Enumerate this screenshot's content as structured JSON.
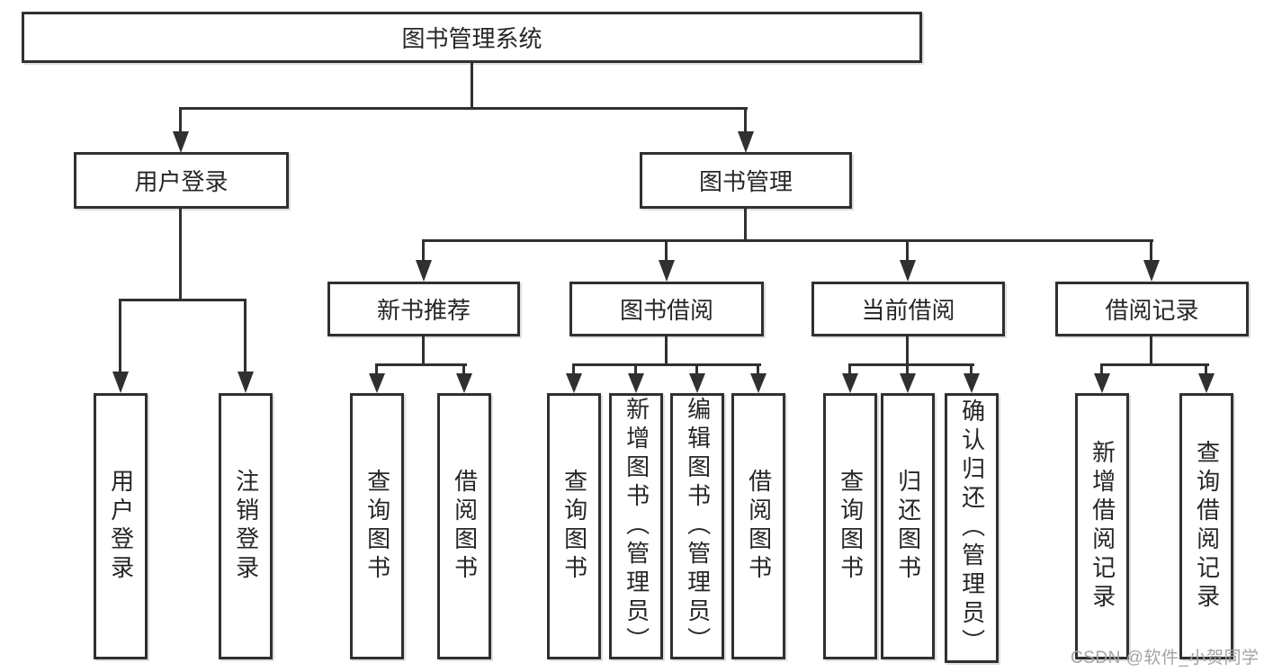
{
  "diagram": {
    "title": "图书管理系统",
    "branches": [
      {
        "label": "用户登录",
        "leaves": [
          "用户登录",
          "注销登录"
        ]
      },
      {
        "label": "图书管理",
        "groups": [
          {
            "label": "新书推荐",
            "leaves": [
              "查询图书",
              "借阅图书"
            ]
          },
          {
            "label": "图书借阅",
            "leaves": [
              "查询图书",
              "新增图书（管理员）",
              "编辑图书（管理员）",
              "借阅图书"
            ]
          },
          {
            "label": "当前借阅",
            "leaves": [
              "查询图书",
              "归还图书",
              "确认归还（管理员）"
            ]
          },
          {
            "label": "借阅记录",
            "leaves": [
              "新增借阅记录",
              "查询借阅记录"
            ]
          }
        ]
      }
    ]
  },
  "watermark": {
    "text": "CSDN @软件_小贺同学"
  },
  "colors": {
    "line": "#303030",
    "text": "#262626",
    "node-bg": "#ffffff",
    "canvas-bg": "#ffffff",
    "watermark": "#a3a3a3"
  }
}
